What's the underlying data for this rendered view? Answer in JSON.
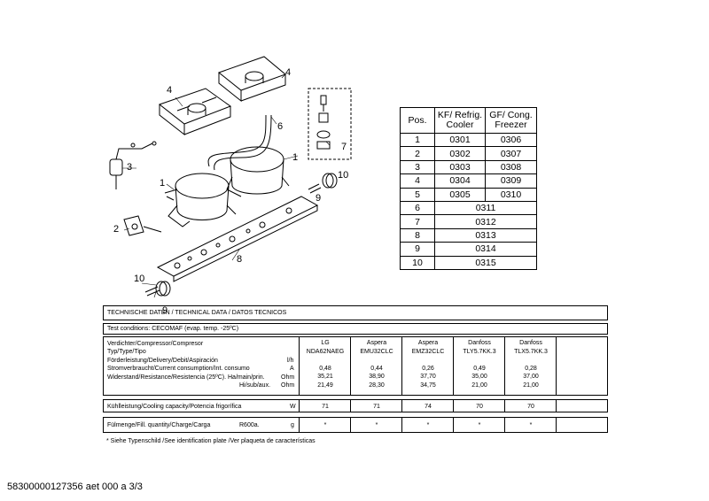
{
  "callouts": [
    "1",
    "1",
    "2",
    "3",
    "4",
    "4",
    "6",
    "7",
    "8",
    "9",
    "9",
    "10",
    "10"
  ],
  "positions_table": {
    "headers": [
      "Pos.",
      "KF/ Refrig.",
      "Cooler",
      "GF/ Cong.",
      "Freezer"
    ],
    "rows": [
      {
        "pos": "1",
        "kf": "0301",
        "gf": "0306"
      },
      {
        "pos": "2",
        "kf": "0302",
        "gf": "0307"
      },
      {
        "pos": "3",
        "kf": "0303",
        "gf": "0308"
      },
      {
        "pos": "4",
        "kf": "0304",
        "gf": "0309"
      },
      {
        "pos": "5",
        "kf": "0305",
        "gf": "0310"
      }
    ],
    "shared_rows": [
      {
        "pos": "6",
        "val": "0311"
      },
      {
        "pos": "7",
        "val": "0312"
      },
      {
        "pos": "8",
        "val": "0313"
      },
      {
        "pos": "9",
        "val": "0314"
      },
      {
        "pos": "10",
        "val": "0315"
      }
    ]
  },
  "tech": {
    "title": "TECHNISCHE DATEN / TECHNICAL DATA / DATOS TECNICOS",
    "conditions": "Test conditions:  CECOMAF (evap. temp. -25ºC)",
    "labels": [
      "Verdichter/Compressor/Compresor",
      "Typ/Type/Tipo",
      "Förderleistung/Delivery/Debit/Aspiración",
      "Stromverbraucht/Current consumption/Int. consumo",
      "Widerstand/Resistance/Resistencia (25ºC). Ha/main/prin.",
      "Hi/sub/aux."
    ],
    "units": [
      "l/h",
      "A",
      "Ohm",
      "Ohm"
    ],
    "cooling_label": "Kühlleistung/Cooling capacity/Potencia frigorífica",
    "cooling_unit": "W",
    "fill_label": "Fülmenge/Fill. quantity/Charge/Carga",
    "fill_refrigerant": "R600a.",
    "fill_unit": "g",
    "columns": [
      {
        "brand": "LG",
        "type": "NDA62NAEG",
        "current": "0,48",
        "main": "35,21",
        "aux": "21,49",
        "cooling": "71",
        "fill": "*"
      },
      {
        "brand": "Aspera",
        "type": "EMU32CLC",
        "current": "0,44",
        "main": "38,90",
        "aux": "28,30",
        "cooling": "71",
        "fill": "*"
      },
      {
        "brand": "Aspera",
        "type": "EMZ32CLC",
        "current": "0,26",
        "main": "37,70",
        "aux": "34,75",
        "cooling": "74",
        "fill": "*"
      },
      {
        "brand": "Danfoss",
        "type": "TLY5.7KK.3",
        "current": "0,49",
        "main": "35,00",
        "aux": "21,00",
        "cooling": "70",
        "fill": "*"
      },
      {
        "brand": "Danfoss",
        "type": "TLX5.7KK.3",
        "current": "0,28",
        "main": "37,00",
        "aux": "21,00",
        "cooling": "70",
        "fill": "*"
      }
    ]
  },
  "footnote": "* Siehe Typenschild /See identification plate /Ver plaqueta de características",
  "doc_id": "58300000127356 aet 000 a 3/3"
}
